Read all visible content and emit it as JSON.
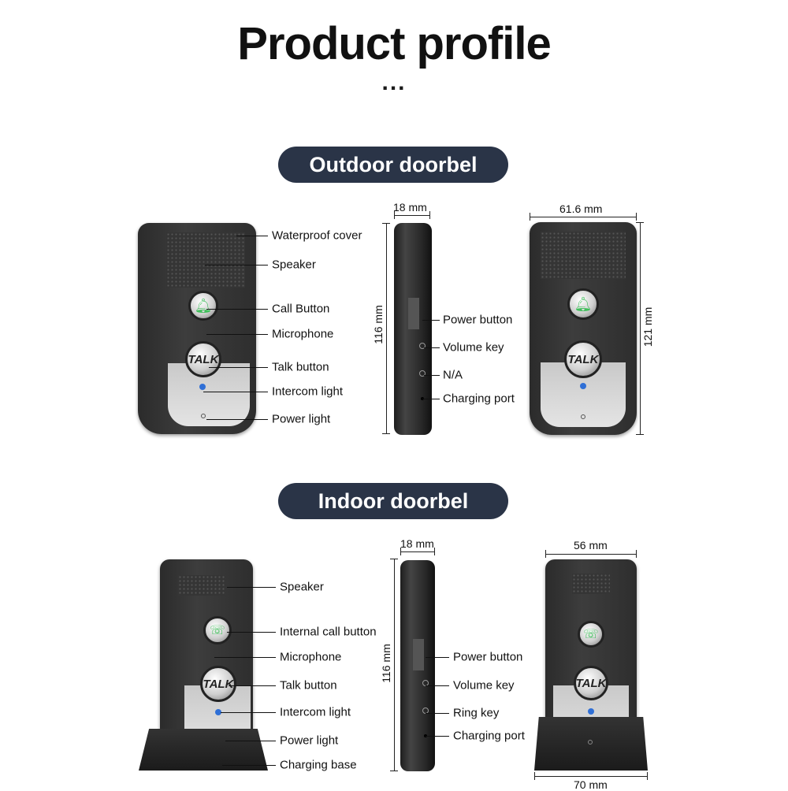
{
  "header": {
    "title": "Product profile",
    "ellipsis": "..."
  },
  "outdoor": {
    "section_title": "Outdoor doorbel",
    "front_labels": [
      "Waterproof cover",
      "Speaker",
      "Call Button",
      "Microphone",
      "Talk button",
      "Intercom light",
      "Power light"
    ],
    "side_labels": [
      "Power button",
      "Volume key",
      "N/A",
      "Charging port"
    ],
    "dims": {
      "thickness": "18 mm",
      "height": "116 mm",
      "width": "61.6 mm",
      "height_with_cover": "121 mm"
    },
    "talk_text": "TALK"
  },
  "indoor": {
    "section_title": "Indoor doorbel",
    "front_labels": [
      "Speaker",
      "Internal call button",
      "Microphone",
      "Talk button",
      "Intercom light",
      "Power light",
      "Charging base"
    ],
    "side_labels": [
      "Power button",
      "Volume key",
      "Ring key",
      "Charging port"
    ],
    "dims": {
      "thickness": "18 mm",
      "height": "116 mm",
      "width": "56 mm",
      "base_width": "70 mm"
    },
    "talk_text": "TALK"
  },
  "colors": {
    "pill": "#2a3447",
    "button_glow": "#3fbf5a",
    "intercom_led": "#2f6fd6"
  }
}
